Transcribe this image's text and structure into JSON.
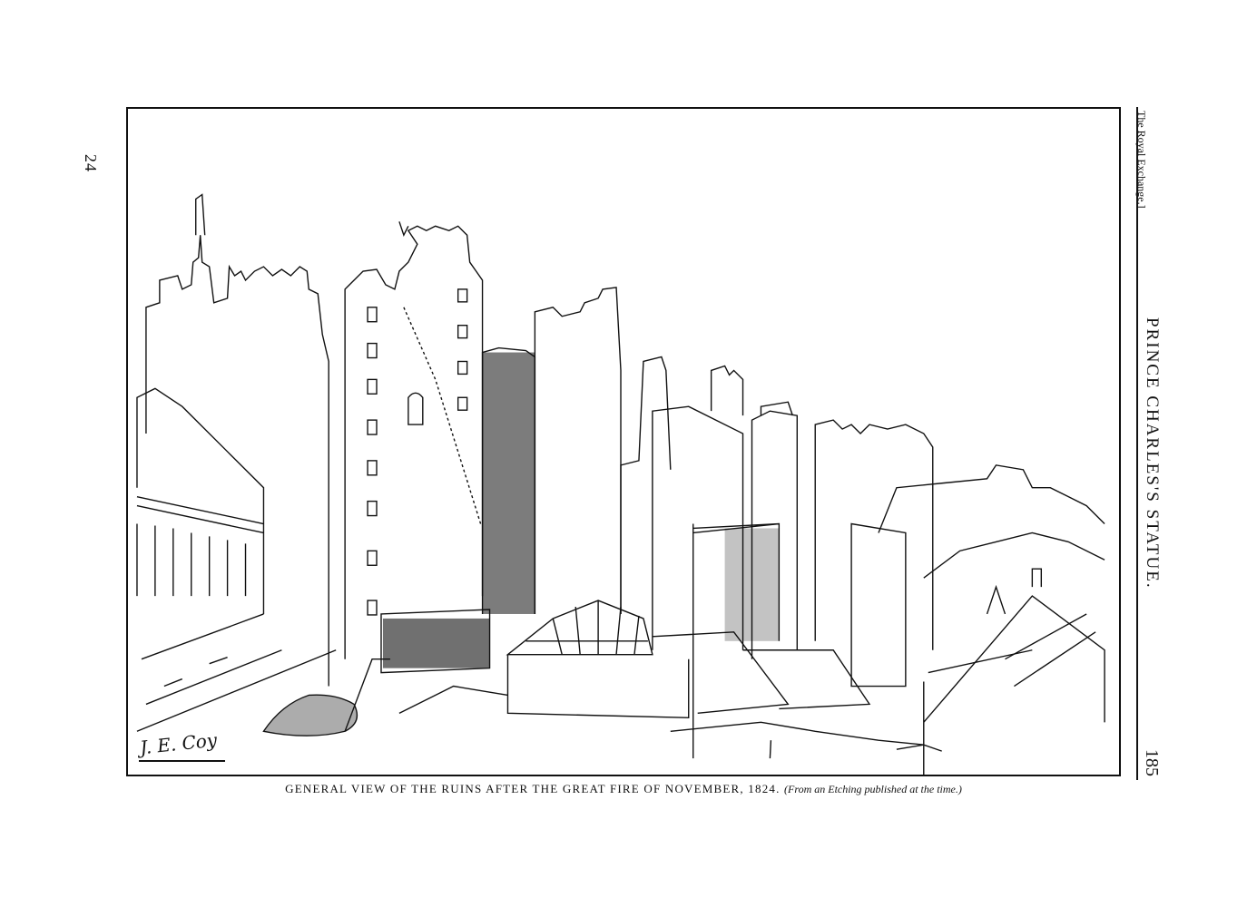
{
  "page": {
    "left_page_number": "24",
    "right_page_number": "185",
    "running_section": "The Royal Exchange.]",
    "running_title": "PRINCE CHARLES'S STATUE.",
    "caption_main": "GENERAL VIEW OF THE RUINS AFTER THE GREAT FIRE OF NOVEMBER, 1824.",
    "caption_note": "(From an Etching published at the time.)"
  },
  "illustration": {
    "signature": "J. E. Coy",
    "ink_color": "#111111",
    "paper_color": "#ffffff"
  }
}
